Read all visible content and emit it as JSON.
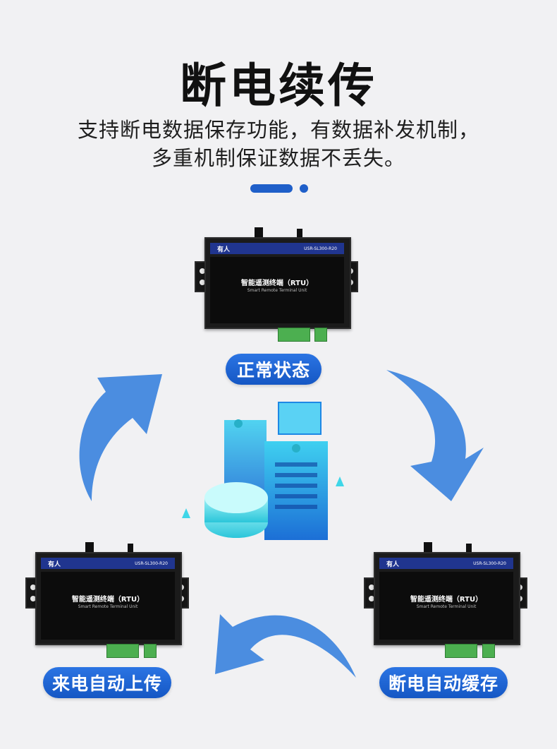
{
  "header": {
    "title": "断电续传",
    "description_line1": "支持断电数据保存功能，有数据补发机制，",
    "description_line2": "多重机制保证数据不丢失。"
  },
  "states": {
    "normal": "正常状态",
    "restore": "来电自动上传",
    "cache": "断电自动缓存"
  },
  "device": {
    "brand": "有人",
    "model": "USR-SL300-R20",
    "name": "智能遥测终端（RTU）",
    "subtitle": "Smart Remote Terminal Unit"
  },
  "colors": {
    "accent": "#1f5fc9",
    "arrow": "#4b8de0",
    "badge": "#1a62d2",
    "device_strip": "#20358f",
    "terminal": "#4caf50"
  }
}
